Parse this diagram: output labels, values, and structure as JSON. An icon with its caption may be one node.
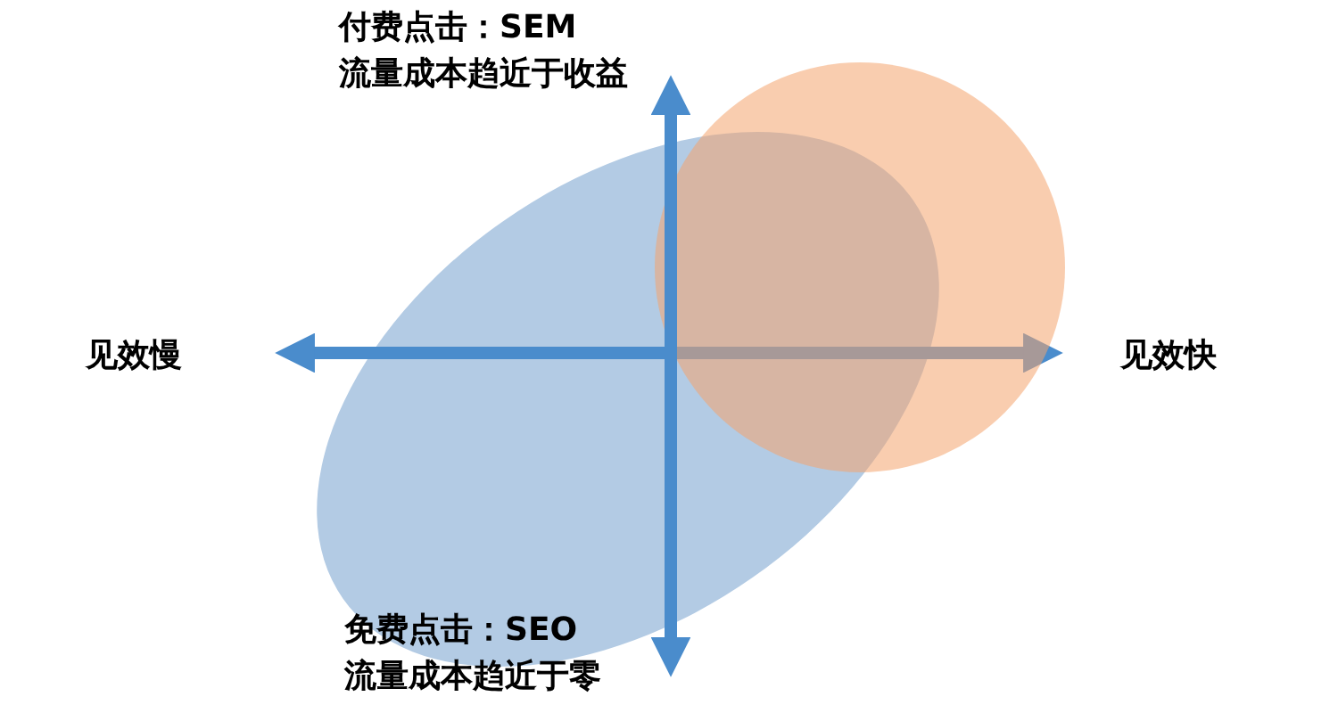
{
  "diagram": {
    "labels": [
      "付费点击：SEM",
      "流量成本趋近于收益",
      "见效慢",
      "见效快",
      "免费点击：SEO",
      "流量成本趋近于零"
    ]
  }
}
